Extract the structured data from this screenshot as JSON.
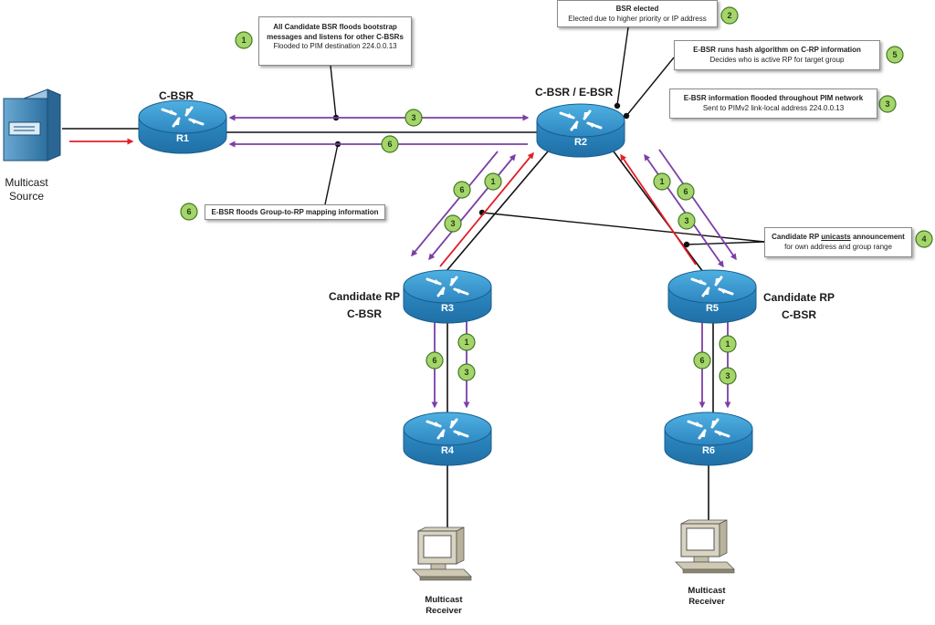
{
  "colors": {
    "purple": "#7b3fa6",
    "red": "#e3202a",
    "badge_fill": "#a6d46c",
    "badge_stroke": "#3f7a1e",
    "router_top": "#3d9bd2",
    "router_body": "#2f8cc7",
    "link": "#111111"
  },
  "icons": {
    "router": "router-icon",
    "server": "server-icon",
    "computer": "computer-icon"
  },
  "devices": {
    "source": {
      "line1": "Multicast",
      "line2": "Source"
    },
    "r1": {
      "name": "R1",
      "role": "C-BSR"
    },
    "r2": {
      "name": "R2",
      "role": "C-BSR / E-BSR"
    },
    "r3": {
      "name": "R3",
      "role_line1": "Candidate RP",
      "role_line2": "C-BSR"
    },
    "r4": {
      "name": "R4"
    },
    "r5": {
      "name": "R5",
      "role_line1": "Candidate RP",
      "role_line2": "C-BSR"
    },
    "r6": {
      "name": "R6"
    },
    "receiver_left": {
      "line1": "Multicast",
      "line2": "Receiver"
    },
    "receiver_right": {
      "line1": "Multicast",
      "line2": "Receiver"
    }
  },
  "callouts": {
    "step1": {
      "badge": "1",
      "line1": "All Candidate BSR floods bootstrap",
      "line2": "messages and listens for other C-BSRs",
      "line3": "Flooded to PIM destination 224.0.0.13"
    },
    "step2": {
      "badge": "2",
      "line1": "BSR elected",
      "line2": "Elected due to higher priority or IP address"
    },
    "step5": {
      "badge": "5",
      "line1": "E-BSR runs hash algorithm on C-RP information",
      "line2": "Decides who is active RP for target group"
    },
    "step3": {
      "badge": "3",
      "line1": "E-BSR information flooded throughout PIM network",
      "line2": "Sent to PIMv2 link-local address 224.0.0.13"
    },
    "step4": {
      "badge": "4",
      "line1_pre": "Candidate RP ",
      "line1_u": "unicasts",
      "line1_post": " announcement",
      "line2": "for own address and group range"
    },
    "step6": {
      "badge": "6",
      "line1": "E-BSR floods Group-to-RP mapping information"
    }
  },
  "badges": {
    "r1r2_top": "3",
    "r1r2_bottom": "6",
    "r3r2_6": "6",
    "r3r2_1": "1",
    "r3r2_3": "3",
    "r2r5_1": "1",
    "r2r5_6": "6",
    "r2r5_3": "3",
    "r3r4_6": "6",
    "r3r4_1": "1",
    "r3r4_3": "3",
    "r5r6_6": "6",
    "r5r6_1": "1",
    "r5r6_3": "3"
  }
}
